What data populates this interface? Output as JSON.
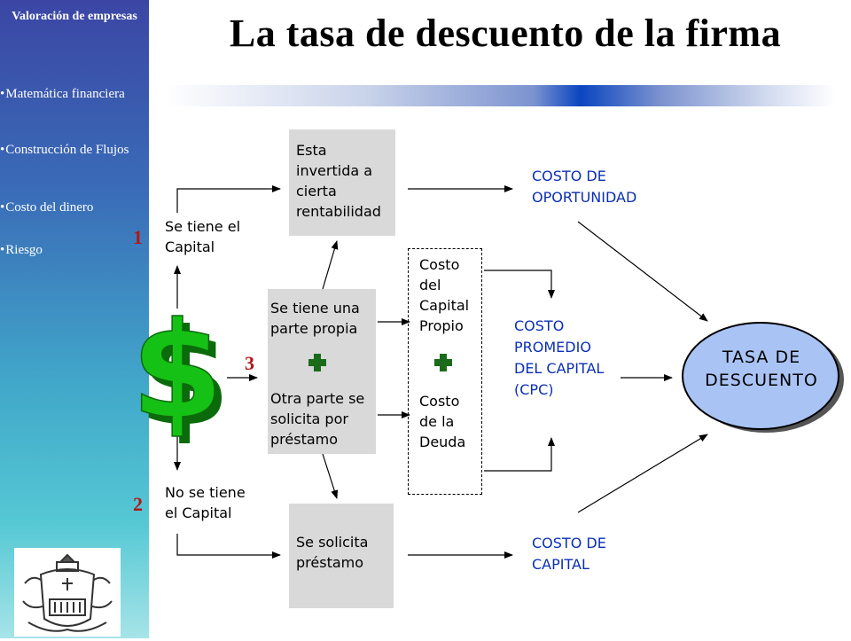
{
  "sidebar": {
    "title": "Valoración de empresas",
    "items": [
      {
        "bullet": "•",
        "label": "Matemática financiera"
      },
      {
        "bullet": "•",
        "label": "Construcción de Flujos"
      },
      {
        "bullet": "•",
        "label": "Costo del dinero"
      },
      {
        "bullet": "•",
        "label": "Riesgo"
      }
    ]
  },
  "header": {
    "title": "La tasa de descuento de la firma"
  },
  "diagram": {
    "numbers": [
      "1",
      "2",
      "3"
    ],
    "left_top": "Se tiene el Capital",
    "left_bottom": "No se tiene el Capital",
    "box_top": "Esta invertida a cierta rentabilidad",
    "box_middle_1": "Se tiene una parte propia",
    "box_middle_2": "Otra parte se solicita por préstamo",
    "box_bottom": "Se solicita préstamo",
    "dashed_top": "Costo del Capital Propio",
    "dashed_bottom": "Costo de la Deuda",
    "out_top": "COSTO DE OPORTUNIDAD",
    "out_middle": "COSTO PROMEDIO DEL CAPITAL (CPC)",
    "out_bottom": "COSTO DE CAPITAL",
    "ellipse": "TASA DE DESCUENTO"
  },
  "colors": {
    "blue_text": "#0b2fb5",
    "number_red": "#b01818",
    "dollar_green": "#16c116",
    "plus_green": "#1a6b1a",
    "ellipse_fill": "#a9c4f4"
  }
}
